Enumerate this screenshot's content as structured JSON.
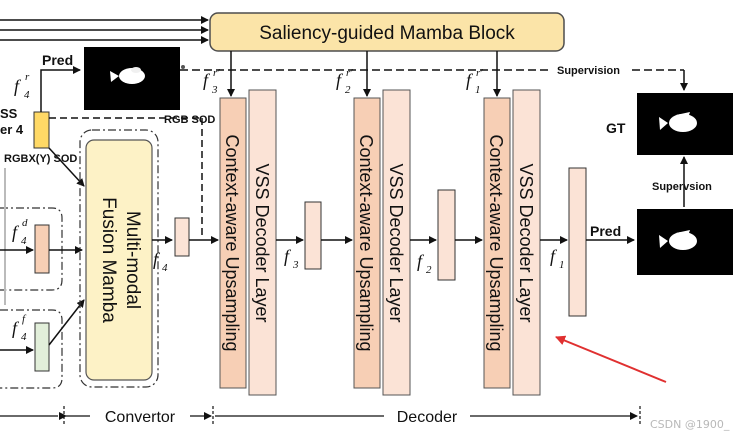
{
  "title_block": {
    "label": "Saliency-guided Mamba Block",
    "fill": "#fbe4a8",
    "stroke": "#4d4d4d"
  },
  "top_pred": {
    "label": "Pred",
    "caption": "RGB SOD"
  },
  "left_partial": {
    "label_top": "SS",
    "label_mid": "er 4",
    "label_bottom": "RGBX(Y) SOD"
  },
  "features": {
    "f4r": {
      "base": "f",
      "sub": "4",
      "sup": "r"
    },
    "f4d": {
      "base": "f",
      "sub": "4",
      "sup": "d"
    },
    "f4f": {
      "base": "f",
      "sub": "4",
      "sup": "f"
    },
    "f4": {
      "base": "f",
      "sub": "4"
    },
    "f3": {
      "base": "f",
      "sub": "3"
    },
    "f2": {
      "base": "f",
      "sub": "2"
    },
    "f1": {
      "base": "f",
      "sub": "1"
    },
    "f3r": {
      "base": "f",
      "sub": "3",
      "sup": "r′"
    },
    "f2r": {
      "base": "f",
      "sub": "2",
      "sup": "r′"
    },
    "f1r": {
      "base": "f",
      "sub": "1",
      "sup": "r′"
    }
  },
  "fusion_block": {
    "label_line1": "Multi-modal",
    "label_line2": "Fusion Mamba"
  },
  "decoder_stages": [
    {
      "upsampling": "Context-aware Upsampling",
      "decoder": "VSS Decoder Layer"
    },
    {
      "upsampling": "Context-aware Upsampling",
      "decoder": "VSS Decoder Layer"
    },
    {
      "upsampling": "Context-aware Upsampling",
      "decoder": "VSS Decoder Layer"
    }
  ],
  "supervision_top": "Supervision",
  "supervision_right": "Supervsion",
  "gt_label": "GT",
  "pred_right": "Pred",
  "sections": {
    "convertor": "Convertor",
    "decoder": "Decoder"
  },
  "watermark": "CSDN @1900_",
  "colors": {
    "upsampling": "#f7cfb5",
    "decoder_layer": "#fbe3d6",
    "feature_peach": "#fbe3d6",
    "feature_depth": "#f7cfb5",
    "feature_yellow": "#ffd966",
    "feature_green": "#e2efda",
    "fusion_fill": "#fdf2c6",
    "arrow_red": "#e03030"
  }
}
